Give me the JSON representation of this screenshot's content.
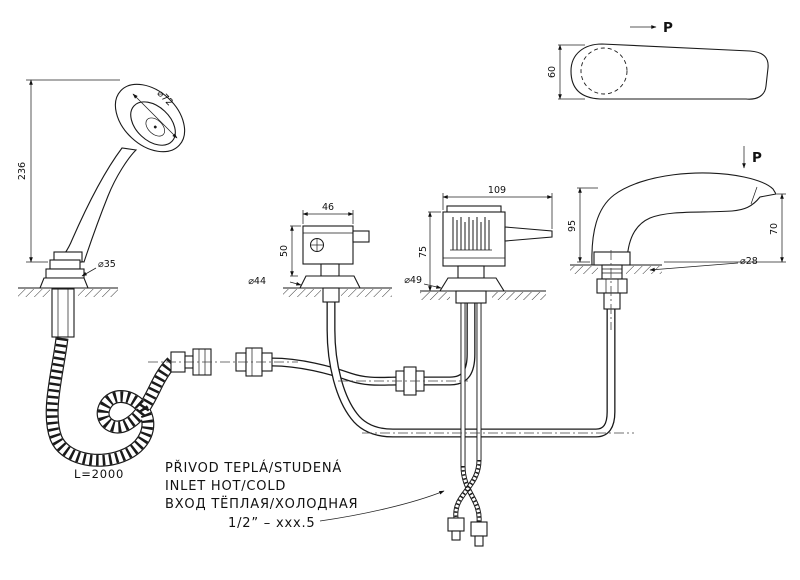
{
  "meta": {
    "title": "Bath faucet set — installation drawing"
  },
  "hand_shower": {
    "dim_height": "236",
    "dim_head_diameter": "⌀72",
    "dim_base_diameter": "⌀35",
    "hose_length": "L=2000"
  },
  "diverter_valve": {
    "dim_width": "46",
    "dim_height": "50",
    "dim_base_diameter": "⌀44"
  },
  "mixer": {
    "dim_width": "109",
    "dim_height": "75",
    "dim_base_diameter": "⌀49"
  },
  "spout": {
    "dim_height_left": "95",
    "dim_height_right": "70",
    "dim_base_diameter": "⌀28",
    "section_arrow_label": "P"
  },
  "section_view": {
    "dim_diameter": "60",
    "arrow_label": "P"
  },
  "notes": {
    "line_cs": "PŘIVOD  TEPLÁ/STUDENÁ",
    "line_en": "INLET  HOT/COLD",
    "line_ru": "ВХОД  ТЁПЛАЯ/ХОЛОДНАЯ",
    "thread_spec": "1/2”  –  xxx.5"
  }
}
